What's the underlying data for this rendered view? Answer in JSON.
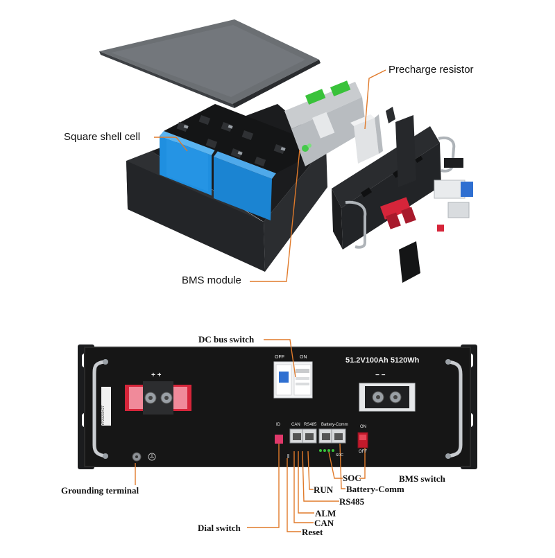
{
  "exploded_view": {
    "labels": {
      "precharge_resistor": "Precharge resistor",
      "square_shell_cell": "Square shell cell",
      "bms_module": "BMS module"
    }
  },
  "front_panel": {
    "printed_text": {
      "rating": "51.2V100Ah  5120Wh",
      "off": "OFF",
      "on": "ON",
      "switch_on": "ON",
      "switch_off": "OFF",
      "port_id": "ID",
      "port_can": "CAN",
      "port_rs485": "RS485",
      "port_battery_comm": "Battery-Comm",
      "soc_small": "SOC",
      "pos_marks": "+   +",
      "neg_marks": "−   −",
      "serial_number": "YP20230427"
    },
    "labels": {
      "dc_bus_switch": "DC bus switch",
      "grounding_terminal": "Grounding terminal",
      "soc": "SOC",
      "bms_switch": "BMS switch",
      "battery_comm": "Battery-Comm",
      "run": "RUN",
      "rs485": "RS485",
      "alm": "ALM",
      "can": "CAN",
      "dial_switch": "Dial switch",
      "reset": "Reset"
    }
  },
  "colors": {
    "leader_line": "#e07a2a",
    "cell_blue": "#1f8fe0",
    "panel_black": "#161616",
    "terminal_red": "#d6253a",
    "bms_green": "#39c23a"
  }
}
